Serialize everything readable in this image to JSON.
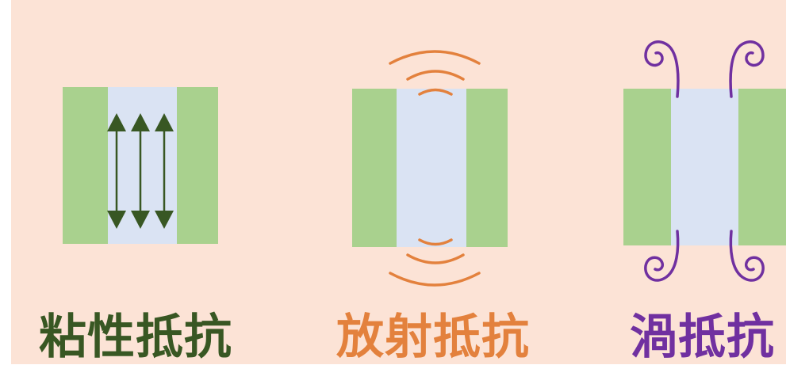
{
  "colors": {
    "background": "#fce3d6",
    "wall": "#a9d18e",
    "gap": "#dae3f3",
    "viscous": "#385723",
    "radiation": "#e3813d",
    "vortex": "#7030a0"
  },
  "diagrams": [
    {
      "label": "粘性抵抗",
      "arrow_count": 3,
      "icon": "double-headed-arrows"
    },
    {
      "label": "放射抵抗",
      "wave_arcs_per_side": 3,
      "icon": "radiating-waves"
    },
    {
      "label": "渦抵抗",
      "vortex_count": 4,
      "icon": "spiral-vortices"
    }
  ]
}
